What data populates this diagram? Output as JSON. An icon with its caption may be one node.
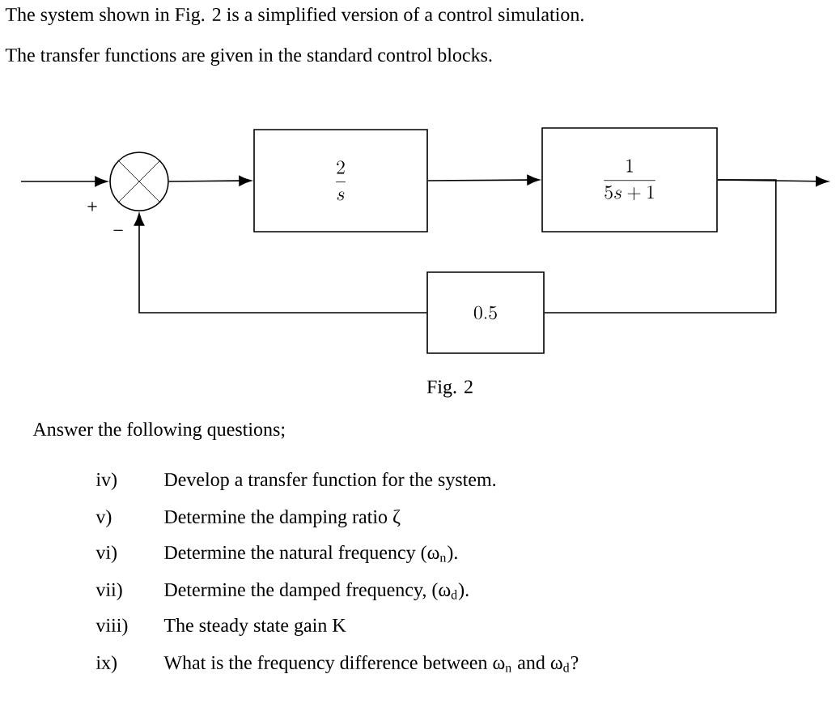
{
  "diagram": {
    "nodes": [
      {
        "text": [],
        "shape": "circle"
      },
      {
        "text": [
          "\\frac{2}{s}"
        ]
      },
      {
        "text": [
          "\\frac{1}{5s+1}"
        ]
      },
      {
        "text": [
          "0.5"
        ]
      }
    ],
    "edges": [
      {
        "from": null,
        "to": 0,
        "arrow": "to"
      },
      {
        "from": 0,
        "to": 1,
        "arrow": "to"
      },
      {
        "from": 1,
        "to": 2,
        "arrow": "to"
      },
      {
        "from": 2,
        "to": null,
        "arrow": "to"
      },
      {
        "from": 2,
        "to": 3,
        "arrow": "none"
      },
      {
        "from": 3,
        "to": 0,
        "arrow": "to"
      }
    ],
    "labels": [
      "The system shown in Fig. 2 is a simplified version of a control simulation.",
      "The transfer functions are given in the standard control blocks.",
      "+",
      "−",
      "Fig. 2",
      "Answer the following questions;",
      "iv)",
      "Develop a transfer function for the system.",
      "v)",
      "Determine the damping ratio ζ",
      "vi)",
      "Determine the natural frequency (ω$_{n}$).",
      "vii)",
      "Determine the damped frequency, (ω$_{d}$).",
      "viii)",
      "The steady state gain K",
      "ix)",
      "What is the frequency difference between ω$_{n}$ and ω$_{d}$?"
    ]
  }
}
